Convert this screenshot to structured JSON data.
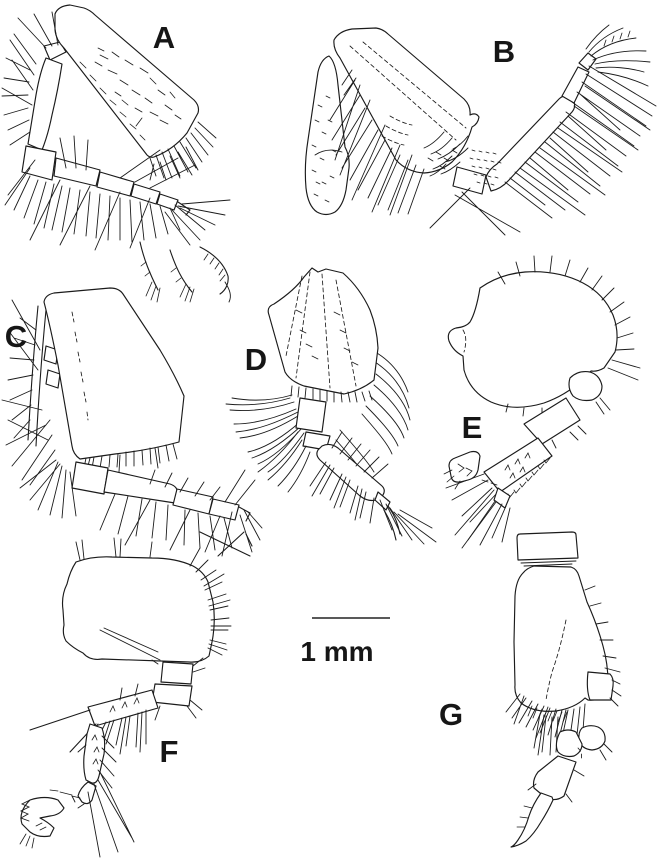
{
  "figure": {
    "type": "scientific-line-drawing-plate",
    "panels": [
      {
        "id": "a",
        "label": "A"
      },
      {
        "id": "b",
        "label": "B"
      },
      {
        "id": "c",
        "label": "C"
      },
      {
        "id": "d",
        "label": "D"
      },
      {
        "id": "e",
        "label": "E"
      },
      {
        "id": "f",
        "label": "F"
      },
      {
        "id": "g",
        "label": "G"
      }
    ],
    "scale_bar": {
      "label": "1 mm"
    },
    "colors": {
      "ink": "#1b1b1b",
      "paper": "#ffffff"
    }
  }
}
